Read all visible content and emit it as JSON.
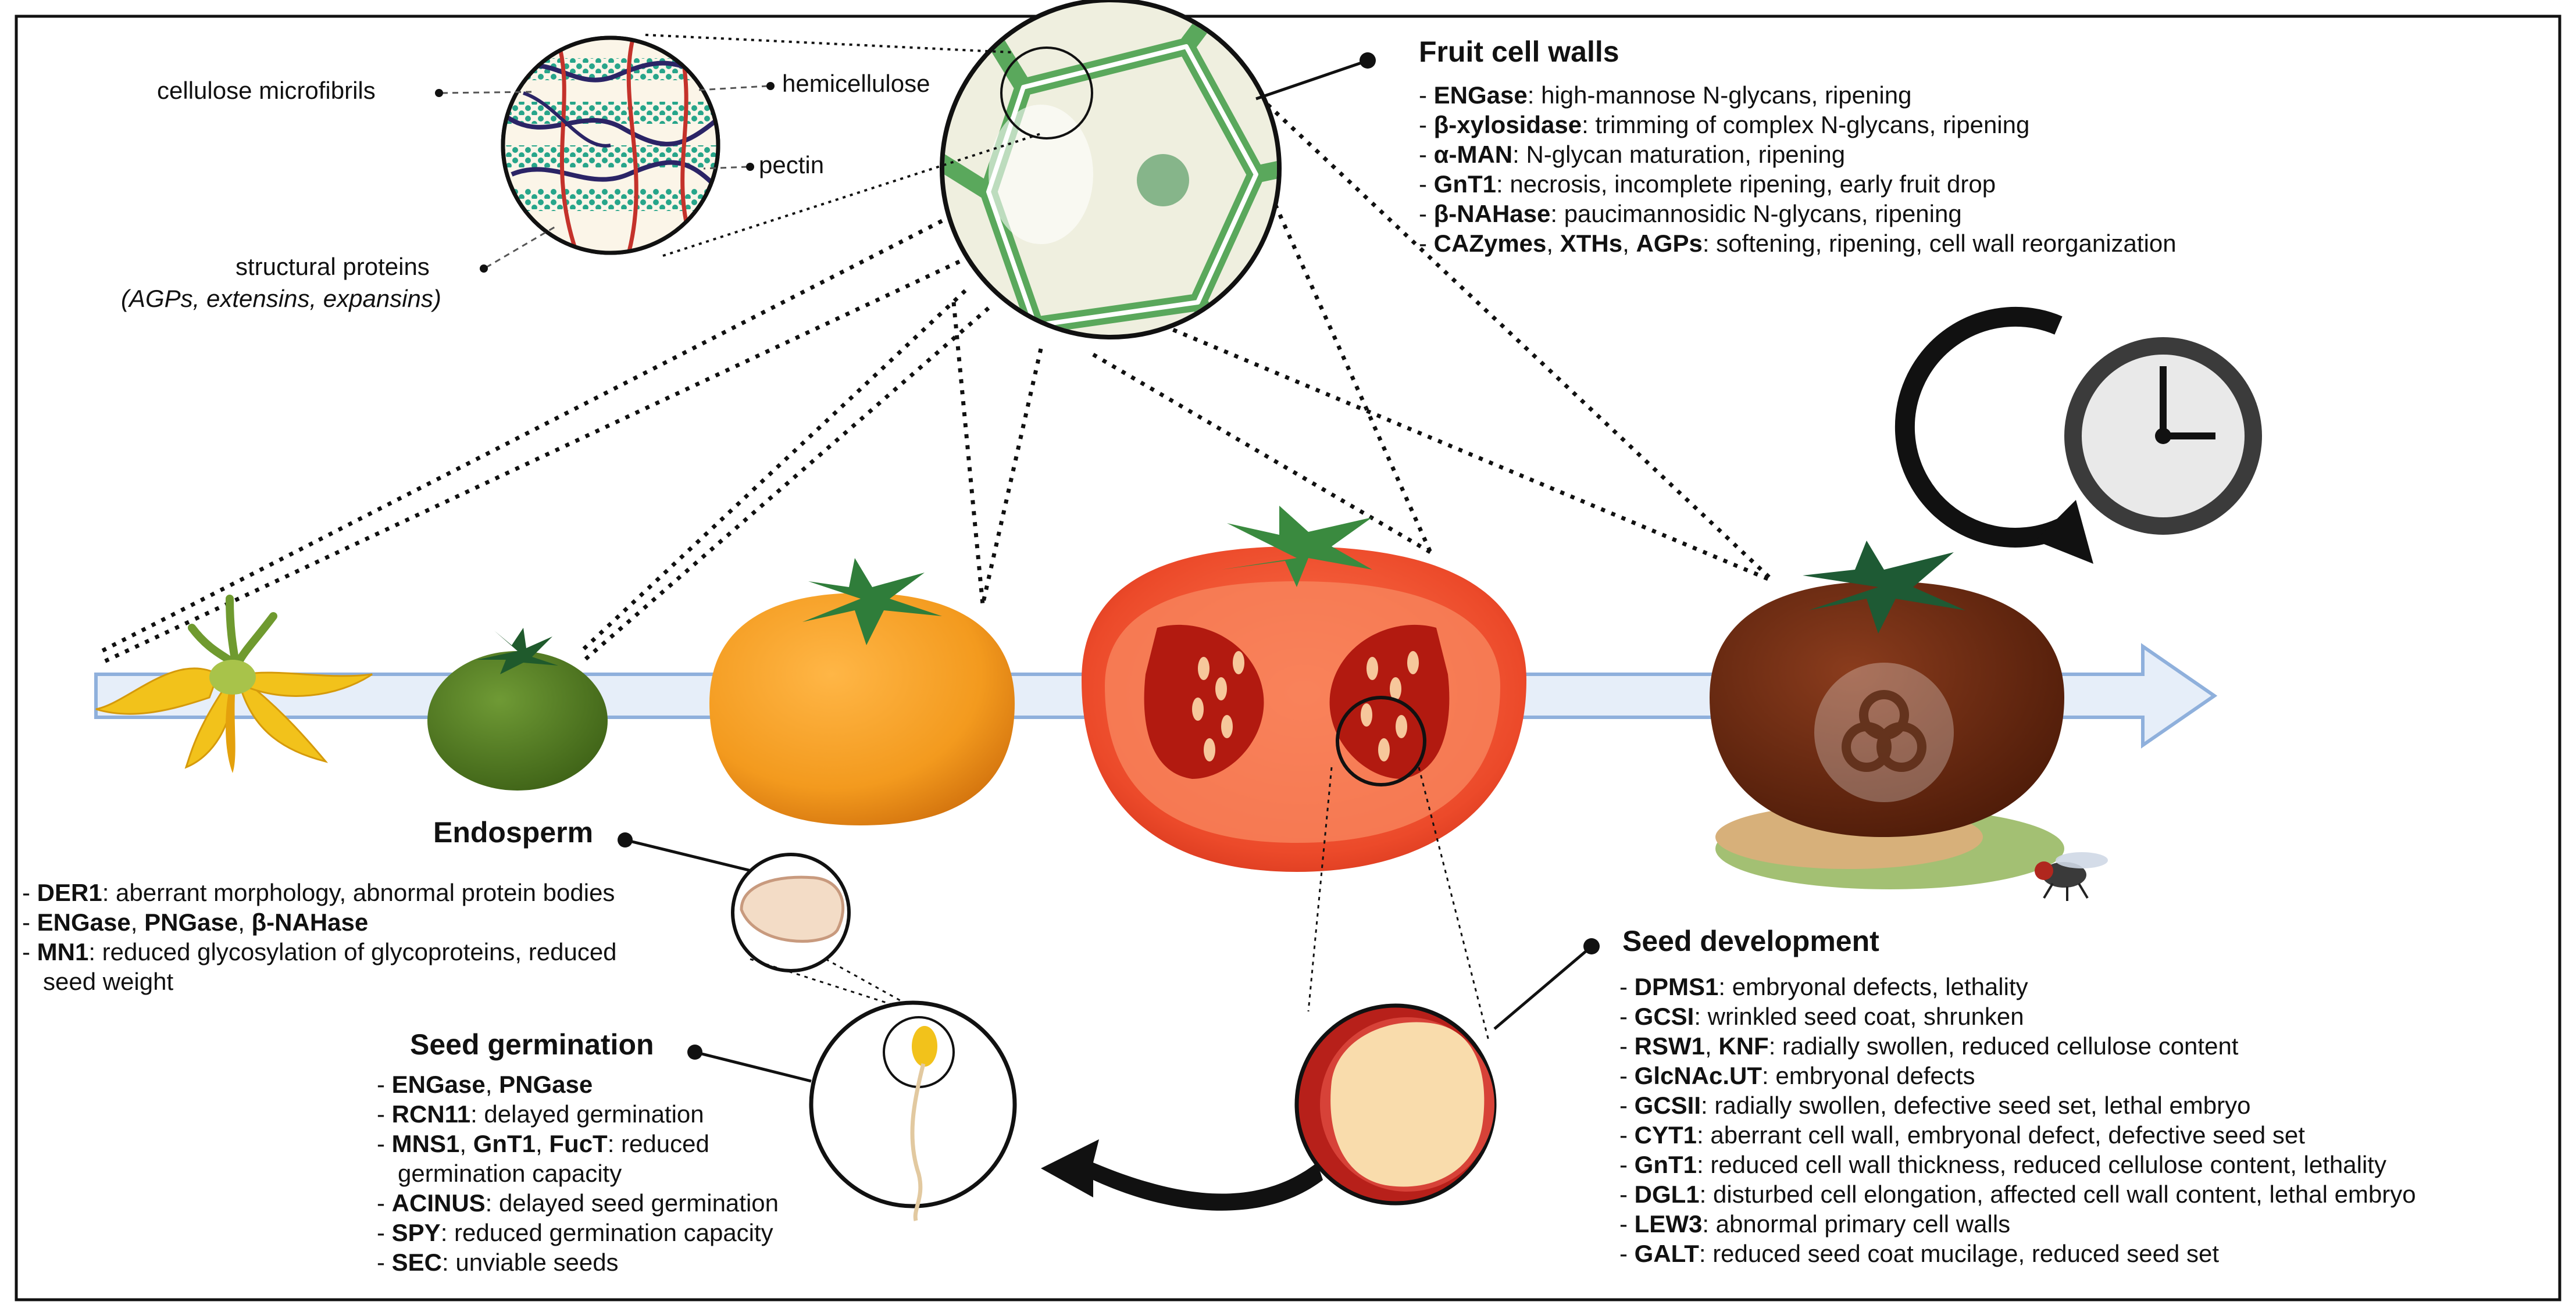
{
  "callouts": {
    "cellulose": "cellulose microfibrils",
    "hemicellulose": "hemicellulose",
    "pectin": "pectin",
    "structural": "structural proteins",
    "structural_sub": "(AGPs, extensins, expansins)"
  },
  "fruit_cell_walls": {
    "title": "Fruit cell walls",
    "items": [
      {
        "genes": [
          "ENGase"
        ],
        "text": ":  high-mannose N-glycans,  ripening"
      },
      {
        "genes": [
          "β-xylosidase"
        ],
        "text": ": trimming of complex N-glycans,  ripening"
      },
      {
        "genes": [
          "α-MAN"
        ],
        "text": ": N-glycan maturation, ripening"
      },
      {
        "genes": [
          "GnT1"
        ],
        "text": ": necrosis, incomplete ripening, early fruit drop"
      },
      {
        "genes": [
          "β-NAHase"
        ],
        "text": ":  paucimannosidic N-glycans, ripening"
      },
      {
        "genes": [
          "CAZymes",
          "XTHs",
          "AGPs"
        ],
        "text": ": softening, ripening, cell wall reorganization"
      }
    ]
  },
  "endosperm": {
    "title": "Endosperm",
    "items": [
      {
        "genes": [
          "DER1"
        ],
        "text": ": aberrant morphology, abnormal protein bodies"
      },
      {
        "genes": [
          "ENGase",
          "PNGase",
          "β-NAHase"
        ],
        "text": ""
      },
      {
        "genes": [
          "MN1"
        ],
        "text": ": reduced glycosylation of glycoproteins, reduced",
        "cont": "seed weight"
      }
    ]
  },
  "seed_germination": {
    "title": "Seed germination",
    "items": [
      {
        "genes": [
          "ENGase",
          "PNGase"
        ],
        "text": ""
      },
      {
        "genes": [
          "RCN11"
        ],
        "text": ": delayed germination"
      },
      {
        "genes": [
          "MNS1",
          "GnT1",
          "FucT"
        ],
        "text": ": reduced",
        "cont": "germination capacity"
      },
      {
        "genes": [
          "ACINUS"
        ],
        "text": ": delayed seed germination"
      },
      {
        "genes": [
          "SPY"
        ],
        "text": ": reduced germination capacity"
      },
      {
        "genes": [
          "SEC"
        ],
        "text": ": unviable seeds"
      }
    ]
  },
  "seed_development": {
    "title": "Seed development",
    "items": [
      {
        "genes": [
          "DPMS1"
        ],
        "text": ": embryonal defects, lethality"
      },
      {
        "genes": [
          "GCSI"
        ],
        "text": ": wrinkled seed coat, shrunken"
      },
      {
        "genes": [
          "RSW1",
          "KNF"
        ],
        "text": ": radially swollen, reduced cellulose content"
      },
      {
        "genes": [
          "GlcNAc.UT"
        ],
        "text": ": embryonal defects"
      },
      {
        "genes": [
          "GCSII"
        ],
        "text": ": radially swollen, defective seed set, lethal embryo"
      },
      {
        "genes": [
          "CYT1"
        ],
        "text": ": aberrant cell wall, embryonal defect, defective seed set"
      },
      {
        "genes": [
          "GnT1"
        ],
        "text": ": reduced cell wall thickness, reduced cellulose content, lethality"
      },
      {
        "genes": [
          "DGL1"
        ],
        "text": ": disturbed cell elongation, affected cell wall content, lethal embryo"
      },
      {
        "genes": [
          "LEW3"
        ],
        "text": ": abnormal primary cell walls"
      },
      {
        "genes": [
          "GALT"
        ],
        "text": ": reduced seed coat mucilage, reduced seed set"
      }
    ]
  },
  "colors": {
    "timeline": "#e6eef9",
    "timeline_edge": "#8fb0dc",
    "flower": "#f2c21b",
    "green_fruit": "#4f7a22",
    "orange_fruit": "#f39a1e",
    "red_fruit": "#e83a23",
    "rotten_fruit": "#6e2c12",
    "leaf": "#2f7d3a",
    "cell_wall": "#5aa85c",
    "cell_bg": "#efefdf"
  }
}
